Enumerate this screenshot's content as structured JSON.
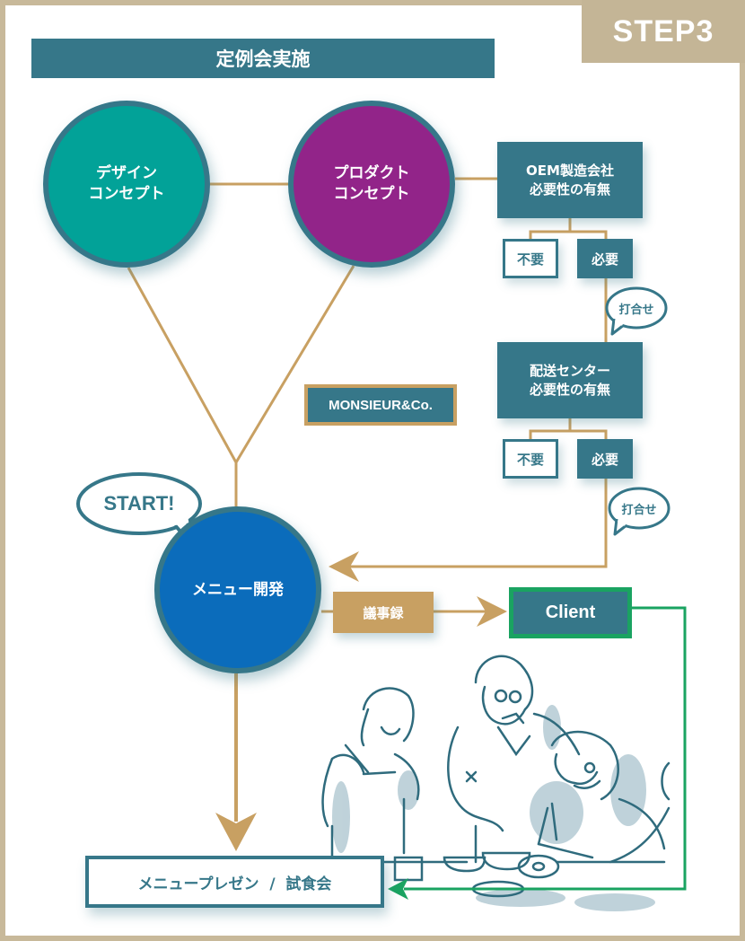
{
  "step_label": "STEP3",
  "title": "定例会実施",
  "nodes": {
    "design_concept": "デザイン\nコンセプト",
    "product_concept": "プロダクト\nコンセプト",
    "menu_dev": "メニュー開発",
    "oem": "OEM製造会社\n必要性の有無",
    "delivery": "配送センター\n必要性の有無",
    "oem_not_needed": "不要",
    "oem_needed": "必要",
    "delivery_not_needed": "不要",
    "delivery_needed": "必要",
    "company": "MONSIEUR&Co.",
    "minutes": "議事録",
    "client": "Client",
    "presentation": "メニュープレゼン  /  試食会"
  },
  "bubbles": {
    "start": "START!",
    "meeting_1": "打合せ",
    "meeting_2": "打合せ"
  },
  "colors": {
    "frame": "#c8b99a",
    "step_tab": "#c4b596",
    "teal": "#367789",
    "design_circle": "#02a298",
    "product_circle": "#922489",
    "menu_circle": "#0b6cbb",
    "connector_gold": "#c8a062",
    "client_green": "#1aa361",
    "illustration_shadow": "#b9ced6"
  }
}
